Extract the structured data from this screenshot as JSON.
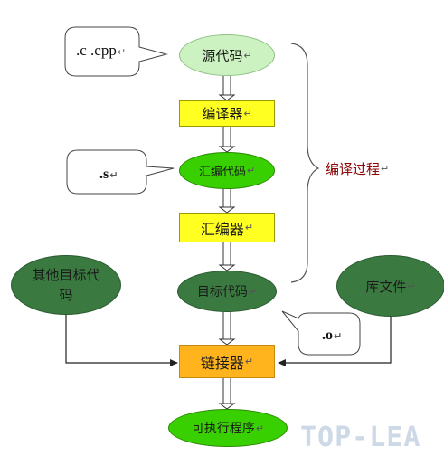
{
  "diagram": {
    "callouts": {
      "cpp": ".c .cpp",
      "s": ".s",
      "o": ".o"
    },
    "nodes": {
      "source": "源代码",
      "compiler": "编译器",
      "assembly": "汇编代码",
      "assembler": "汇编器",
      "object": "目标代码",
      "linker": "链接器",
      "executable": "可执行程序",
      "other_objects": "其他目标代码",
      "library": "库文件"
    },
    "brace_label": "编译过程",
    "return_mark": "↵",
    "watermark": "TOP-LEA",
    "colors": {
      "light_green": "#ccf2c2",
      "bright_green": "#38d000",
      "dark_green": "#3a7a40",
      "yellow": "#ffff22",
      "orange": "#ffb41e",
      "brace_label_color": "#8b0000"
    }
  }
}
